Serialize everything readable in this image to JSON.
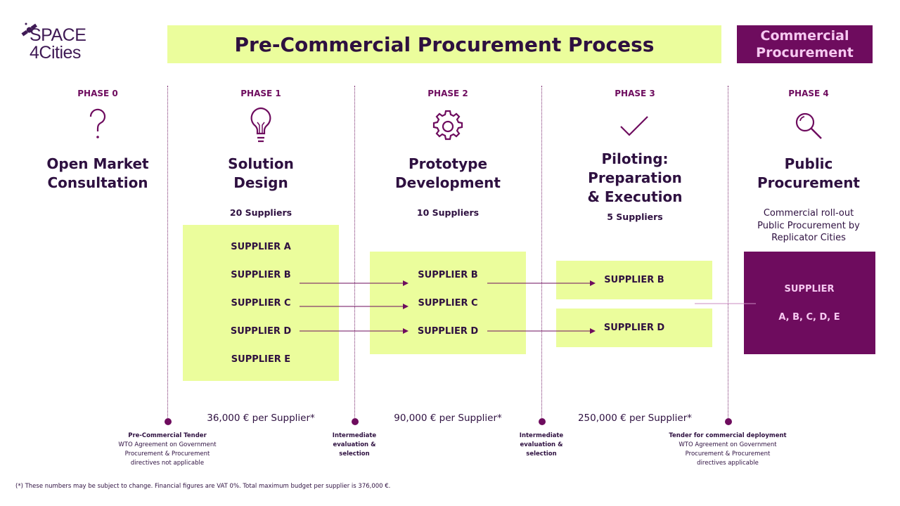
{
  "logo": {
    "line1": "SPACE",
    "line2": "4Cities"
  },
  "header": {
    "pcp_title": "Pre-Commercial Procurement Process",
    "cp_title_line1": "Commercial",
    "cp_title_line2": "Procurement"
  },
  "phases": [
    {
      "label": "PHASE 0",
      "icon": "question-icon",
      "title1": "Open Market",
      "title2": "Consultation"
    },
    {
      "label": "PHASE 1",
      "icon": "lightbulb-icon",
      "title1": "Solution",
      "title2": "Design",
      "suppliers": "20 Suppliers",
      "list": [
        "SUPPLIER A",
        "SUPPLIER B",
        "SUPPLIER C",
        "SUPPLIER D",
        "SUPPLIER E"
      ],
      "price": "36,000 € per Supplier*"
    },
    {
      "label": "PHASE 2",
      "icon": "gear-icon",
      "title1": "Prototype",
      "title2": "Development",
      "suppliers": "10 Suppliers",
      "list": [
        "SUPPLIER B",
        "SUPPLIER C",
        "SUPPLIER D"
      ],
      "price": "90,000 € per Supplier*"
    },
    {
      "label": "PHASE 3",
      "icon": "checkmark-icon",
      "title1": "Piloting:",
      "title2": "Preparation",
      "title3": "& Execution",
      "suppliers": "5 Suppliers",
      "list": [
        "SUPPLIER B",
        "SUPPLIER D"
      ],
      "price": "250,000 € per Supplier*"
    },
    {
      "label": "PHASE 4",
      "icon": "magnifier-icon",
      "title1": "Public",
      "title2": "Procurement",
      "desc1": "Commercial roll-out",
      "desc2": "Public Procurement by",
      "desc3": "Replicator Cities",
      "box1": "SUPPLIER",
      "box2": "A, B, C, D, E"
    }
  ],
  "milestones": [
    {
      "title": "Pre-Commercial Tender",
      "l1": "WTO Agreement on Government",
      "l2": "Procurement & Procurement",
      "l3": "directives not applicable"
    },
    {
      "title1": "Intermediate",
      "title2": "evaluation &",
      "title3": "selection"
    },
    {
      "title1": "Intermediate",
      "title2": "evaluation &",
      "title3": "selection"
    },
    {
      "title": "Tender for commercial deployment",
      "l1": "WTO Agreement on Government",
      "l2": "Procurement & Procurement",
      "l3": "directives applicable"
    }
  ],
  "footnote": "(*) These numbers may be subject to change. Financial figures are VAT 0%. Total maximum budget per supplier is 376,000 €.",
  "colors": {
    "lime": "#ebfd9c",
    "purple": "#6e0c5e",
    "text": "#2e1040"
  }
}
